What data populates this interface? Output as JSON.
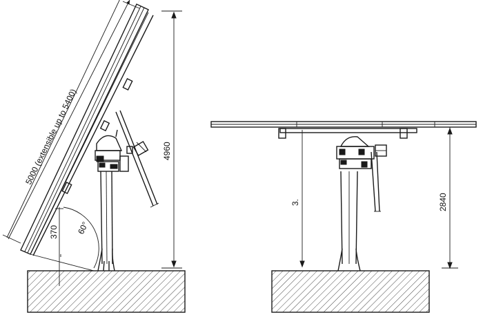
{
  "left_view": {
    "panel_length_label": "5000 (extensible up to 5400)",
    "height_label": "4960",
    "ground_clearance_label": "370",
    "tilt_angle_label": "60°"
  },
  "right_view": {
    "height_label": "2840",
    "unlabeled_height_mark": "3."
  },
  "colors": {
    "ink": "#1a1a1a",
    "background": "#ffffff"
  }
}
